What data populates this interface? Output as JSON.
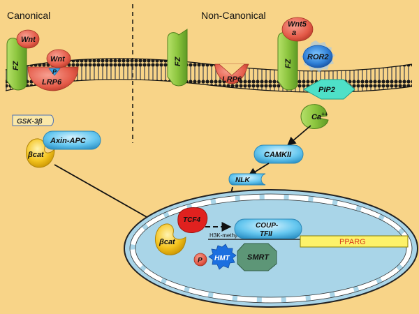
{
  "sections": {
    "canonical": "Canonical",
    "non_canonical": "Non-Canonical"
  },
  "labels": {
    "wnt_top": "Wnt",
    "wnt_bound": "Wnt",
    "fz_1": "FZ",
    "fz_2": "FZ",
    "fz_3": "FZ",
    "p_small": "P",
    "lrp6_1": "LRP6",
    "lrp6_2": "LRP6",
    "wnt5a_line1": "Wnt5",
    "wnt5a_line2": "a",
    "ror2": "ROR2",
    "pip2": "PIP2",
    "ca": "Ca",
    "ca_sup": "++",
    "gsk3b": "GSK-3β",
    "bcat_1": "βcat",
    "axin_apc": "Axin-APC",
    "camkii": "CAMKII",
    "nlk": "NLK",
    "tcf4": "TCF4",
    "bcat_2": "βcat",
    "coup_line1": "COUP-",
    "coup_line2": "TFII",
    "h3k": "H3K-methyl",
    "hmt": "HMT",
    "p_nuc": "P",
    "smrt": "SMRT",
    "pparg": "PPARG"
  },
  "colors": {
    "background": "#f8d488",
    "fz_green": "#8dc63f",
    "lrp6_red": "#e8604c",
    "wnt_red": "#e2574c",
    "ror2_blue": "#2f7fd6",
    "pip2_teal": "#4ee0c8",
    "camkii_blue": "#6ad0f0",
    "bcat_yellow": "#f2c21b",
    "tcf4_red": "#e0211f",
    "nucleus_blue": "#a9d5e8",
    "smrt_green": "#5d9677",
    "pparg_yellow": "#fdf26a",
    "pparg_text": "#d73a1a"
  }
}
